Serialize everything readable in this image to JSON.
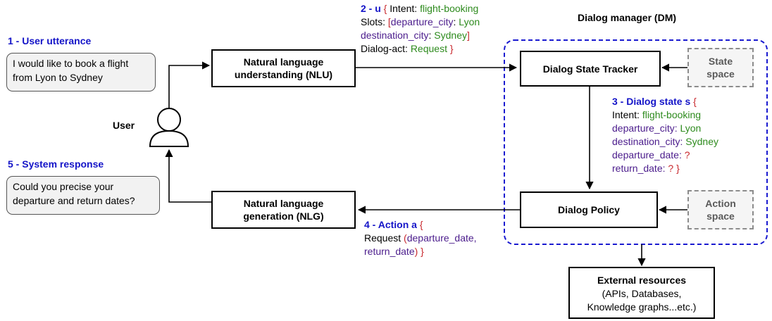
{
  "user": {
    "label": "User"
  },
  "step1": {
    "title": "1 - User utterance",
    "utterance_line1": "I would like to book a flight",
    "utterance_line2": "from Lyon to Sydney"
  },
  "step5": {
    "title": "5 -  System response",
    "response_line1": "Could you precise your",
    "response_line2": "departure and return dates?"
  },
  "nlu": {
    "line1": "Natural language",
    "line2": "understanding (NLU)"
  },
  "nlg": {
    "line1": "Natural language",
    "line2": "generation (NLG)"
  },
  "step2": {
    "prefix": "2 - u",
    "open_brace": "{",
    "intent_key": "Intent:",
    "intent_val": "flight-booking",
    "slots_key": "Slots:",
    "open_bracket": "[",
    "slot1_key": "departure_city",
    "slot1_val": "Lyon",
    "slot2_key": "destination_city",
    "slot2_val": "Sydney",
    "close_bracket": "]",
    "act_key": "Dialog-act:",
    "act_val": "Request",
    "close_brace": "}"
  },
  "dm": {
    "title": "Dialog manager (DM)",
    "tracker": "Dialog State Tracker",
    "policy": "Dialog Policy",
    "state_space_line1": "State",
    "state_space_line2": "space",
    "action_space_line1": "Action",
    "action_space_line2": "space"
  },
  "step3": {
    "prefix": "3 - Dialog state s",
    "open_brace": "{",
    "intent_key": "Intent:",
    "intent_val": "flight-booking",
    "dep_city_key": "departure_city:",
    "dep_city_val": "Lyon",
    "dest_city_key": "destination_city:",
    "dest_city_val": "Sydney",
    "dep_date_key": "departure_date:",
    "dep_date_val": "?",
    "ret_date_key": "return_date:",
    "ret_date_val": "?",
    "close_brace": "}"
  },
  "step4": {
    "prefix": "4 - Action a",
    "open_brace": "{",
    "act": "Request",
    "open_paren": "(",
    "arg1": "departure_date,",
    "arg2": "return_date",
    "close_paren": ")",
    "close_brace": "}"
  },
  "external": {
    "title": "External resources",
    "line2": "(APIs, Databases,",
    "line3": "Knowledge graphs...etc.)"
  },
  "colors": {
    "heading_blue": "#1414c8",
    "value_green": "#2e8b1e",
    "key_purple": "#4b1c8c",
    "brace_red": "#c8282d",
    "dm_border_blue": "#1a1ad0"
  }
}
